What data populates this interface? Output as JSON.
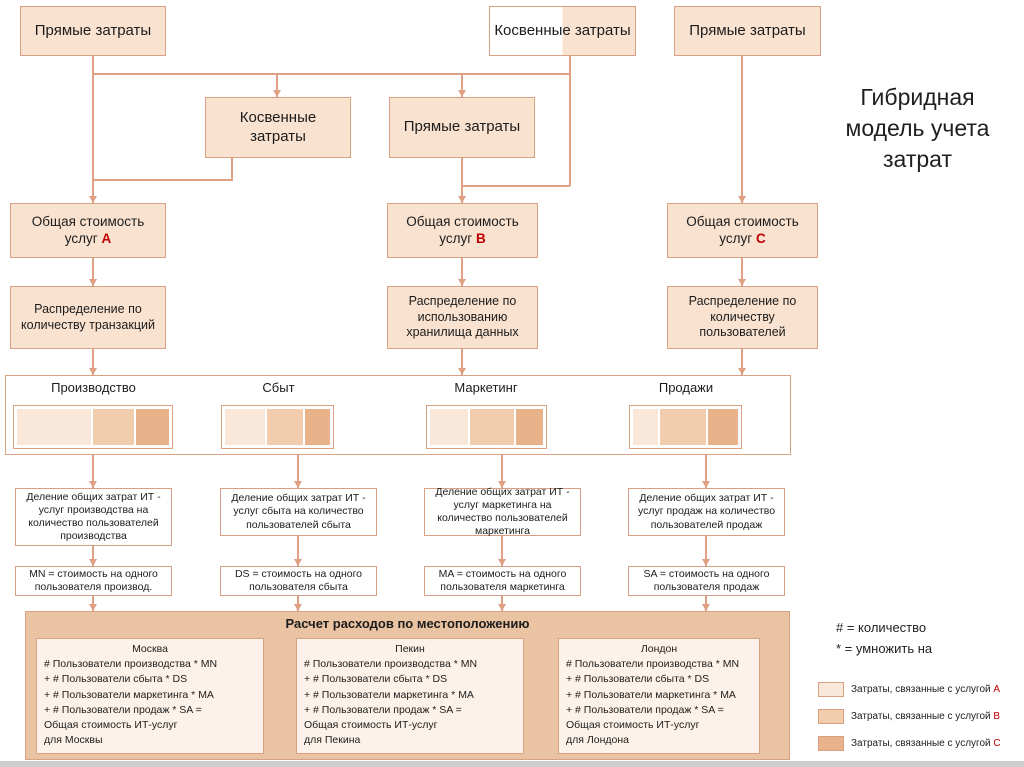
{
  "slide_title": "Гибридная модель учета затрат",
  "colors": {
    "box_fill": "#f9e2d0",
    "box_border": "#d8a183",
    "connector": "#dfa083",
    "accent_red": "#c00000",
    "big_box_fill": "#eac3a2",
    "inner_box_fill": "#fdf2e9",
    "service_a": "#f9e7d9",
    "service_b": "#f1ccad",
    "service_c": "#e8b28b"
  },
  "top_boxes": {
    "direct_a": "Прямые затраты",
    "indirect_top": "Косвенные затраты",
    "direct_c": "Прямые затраты",
    "indirect_mid": "Косвенные затраты",
    "direct_b": "Прямые затраты"
  },
  "services": [
    {
      "letter": "A",
      "total_label": "Общая стоимость услуг",
      "allocation": "Распределение по количеству транзакций"
    },
    {
      "letter": "B",
      "total_label": "Общая стоимость услуг",
      "allocation": "Распределение по использованию хранилища данных"
    },
    {
      "letter": "C",
      "total_label": "Общая стоимость услуг",
      "allocation": "Распределение по количеству пользователей"
    }
  ],
  "departments": [
    {
      "name": "Производство",
      "segments": [
        {
          "service": "A",
          "pct": 50
        },
        {
          "service": "B",
          "pct": 28
        },
        {
          "service": "C",
          "pct": 22
        }
      ],
      "division": "Деление общих затрат ИТ - услуг производства на количество пользователей производства",
      "formula": "MN = стоимость на одного пользователя производ."
    },
    {
      "name": "Сбыт",
      "segments": [
        {
          "service": "A",
          "pct": 40
        },
        {
          "service": "B",
          "pct": 35
        },
        {
          "service": "C",
          "pct": 25
        }
      ],
      "division": "Деление общих затрат ИТ - услуг сбыта на количество пользователей сбыта",
      "formula": "DS = стоимость на одного пользователя сбыта"
    },
    {
      "name": "Маркетинг",
      "segments": [
        {
          "service": "A",
          "pct": 35
        },
        {
          "service": "B",
          "pct": 40
        },
        {
          "service": "C",
          "pct": 25
        }
      ],
      "division": "Деление общих затрат ИТ - услуг маркетинга на количество пользователей маркетинга",
      "formula": "MA = стоимость на одного пользователя маркетинга"
    },
    {
      "name": "Продажи",
      "segments": [
        {
          "service": "A",
          "pct": 25
        },
        {
          "service": "B",
          "pct": 45
        },
        {
          "service": "C",
          "pct": 30
        }
      ],
      "division": "Деление общих затрат ИТ - услуг продаж на количество пользователей продаж",
      "formula": "SA = стоимость на одного пользователя продаж"
    }
  ],
  "location_block": {
    "header": "Расчет расходов по местоположению",
    "locations": [
      {
        "city": "Москва",
        "lines": [
          "# Пользователи производства * MN",
          "+ # Пользователи сбыта * DS",
          "+ # Пользователи маркетинга * MA",
          "+ # Пользователи продаж * SA =",
          "Общая стоимость ИТ-услуг",
          "для Москвы"
        ]
      },
      {
        "city": "Пекин",
        "lines": [
          "# Пользователи производства * MN",
          "+ # Пользователи сбыта * DS",
          "+ # Пользователи маркетинга * MA",
          "+ # Пользователи продаж * SA =",
          "Общая стоимость ИТ-услуг",
          "для Пекина"
        ]
      },
      {
        "city": "Лондон",
        "lines": [
          "# Пользователи производства * MN",
          "+ # Пользователи сбыта * DS",
          "+ # Пользователи маркетинга * MA",
          "+ # Пользователи продаж * SA =",
          "Общая стоимость ИТ-услуг",
          "для Лондона"
        ]
      }
    ]
  },
  "notes": [
    "# = количество",
    "* = умножить на"
  ],
  "legend": [
    {
      "label": "Затраты, связанные с услугой",
      "letter": "A",
      "color_key": "service_a"
    },
    {
      "label": "Затраты, связанные с услугой",
      "letter": "B",
      "color_key": "service_b"
    },
    {
      "label": "Затраты, связанные с услугой",
      "letter": "C",
      "color_key": "service_c"
    }
  ]
}
